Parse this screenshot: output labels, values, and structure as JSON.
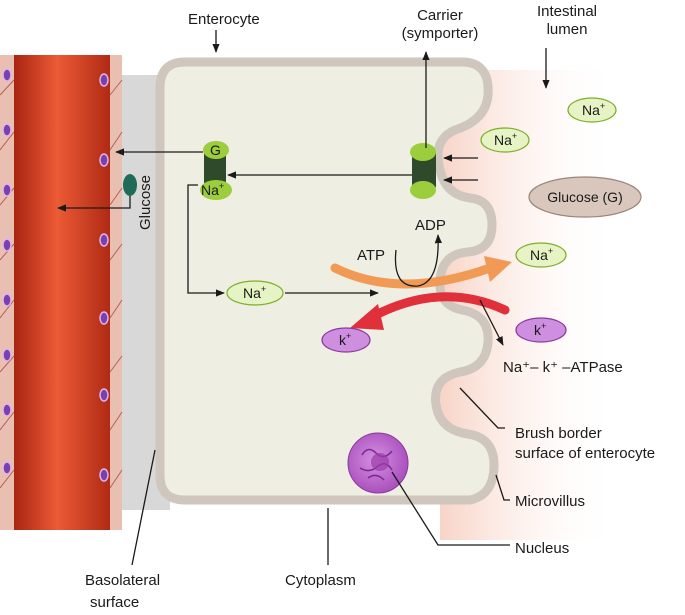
{
  "labels": {
    "enterocyte": "Enterocyte",
    "carrier_line1": "Carrier",
    "carrier_line2": "(symporter)",
    "lumen_line1": "Intestinal",
    "lumen_line2": "lumen",
    "glucose_vertical": "Glucose",
    "atp": "ATP",
    "adp": "ADP",
    "atpase": "Na⁺– k⁺ –ATPase",
    "brush_line1": "Brush border",
    "brush_line2": "surface of enterocyte",
    "microvillus": "Microvillus",
    "nucleus": "Nucleus",
    "basolateral_line1": "Basolateral",
    "basolateral_line2": "surface",
    "cytoplasm": "Cytoplasm"
  },
  "carrier": {
    "site_g": "G",
    "site_na": "Na",
    "site_na_sup": "+"
  },
  "ions": {
    "na_lumen_top": {
      "base": "Na",
      "sup": "+"
    },
    "na_lumen_near_carrier": {
      "base": "Na",
      "sup": "+"
    },
    "na_pumped_out": {
      "base": "Na",
      "sup": "+"
    },
    "na_cytoplasm": {
      "base": "Na",
      "sup": "+"
    },
    "k_lumen": {
      "base": "k",
      "sup": "+"
    },
    "k_cytoplasm": {
      "base": "k",
      "sup": "+"
    },
    "glucose_lumen": "Glucose (G)"
  },
  "colors": {
    "cytoplasm": "#efeee2",
    "membrane": "#cfc6bd",
    "blood_vessel": "#d9482a",
    "na_pill": "#e6f3c4",
    "k_pill": "#cf8fe0",
    "glucose_pill": "#d9c6bc",
    "orange_arrow": "#f09a56",
    "red_arrow": "#e0303a",
    "symporter": "#2f4a2a",
    "symporter_site": "#9ccd3c",
    "nucleus": "#b85cc9"
  }
}
